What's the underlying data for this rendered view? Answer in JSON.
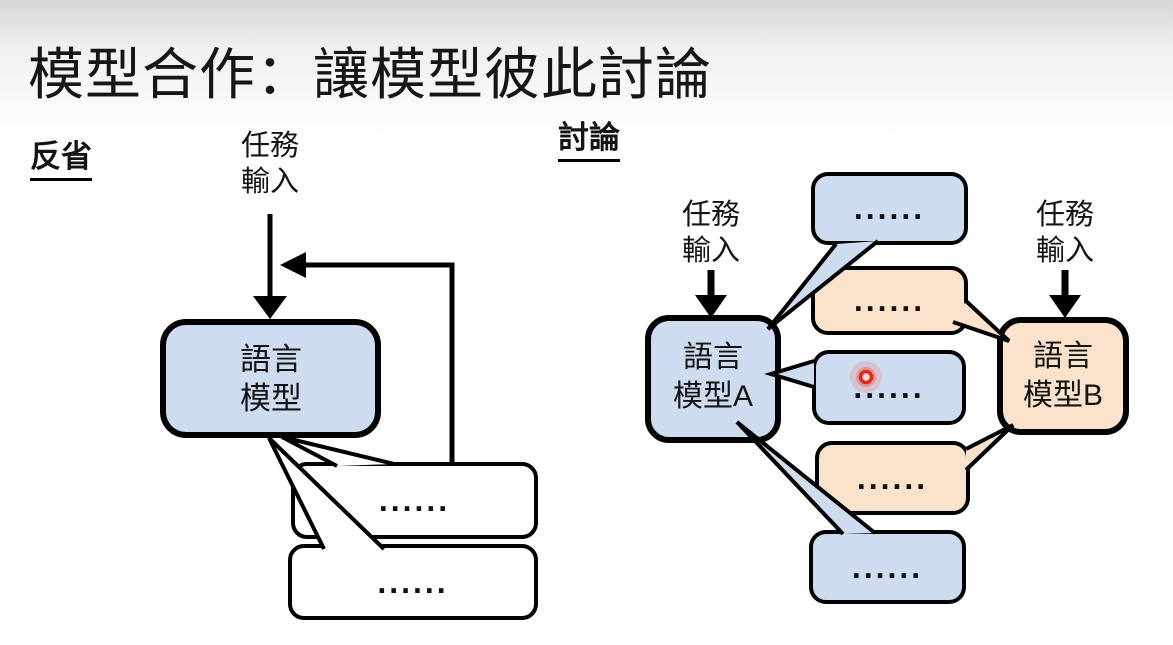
{
  "title": "模型合作：讓模型彼此討論",
  "colors": {
    "model_blue": "#cddcee",
    "model_orange": "#fbe3cb",
    "bubble_white": "#ffffff",
    "stroke_black": "#000000",
    "laser_red": "#e8231a",
    "background_top": "#d6d6d8"
  },
  "reflection": {
    "label": "反省",
    "task_input": "任務\n輸入",
    "model_label": "語言\n模型",
    "bubbles": [
      {
        "text": "......"
      },
      {
        "text": "......"
      }
    ]
  },
  "discussion": {
    "label": "討論",
    "model_a": {
      "task_input": "任務\n輸入",
      "label": "語言\n模型A",
      "color": "#cddcee"
    },
    "model_b": {
      "task_input": "任務\n輸入",
      "label": "語言\n模型B",
      "color": "#fbe3cb"
    },
    "bubbles": [
      {
        "text": "......",
        "speaker": "A",
        "laser": false
      },
      {
        "text": "......",
        "speaker": "B",
        "laser": false
      },
      {
        "text": "......",
        "speaker": "A",
        "laser": true
      },
      {
        "text": "......",
        "speaker": "B",
        "laser": false
      },
      {
        "text": "......",
        "speaker": "A",
        "laser": false
      }
    ]
  }
}
